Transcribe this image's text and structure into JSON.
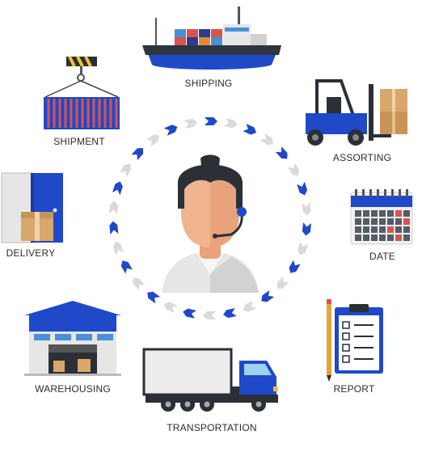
{
  "labels": {
    "shipping": "SHIPPING",
    "shipment": "SHIPMENT",
    "assorting": "ASSORTING",
    "delivery": "DELIVERY",
    "date": "DATE",
    "warehousing": "WAREHOUSING",
    "report": "REPORT",
    "transportation": "TRANSPORTATION"
  },
  "colors": {
    "blue": "#1f49c9",
    "dark": "#2d3540",
    "light_arrow": "#d7dade",
    "box": "#d9a66c",
    "skin": "#f0b48f",
    "red": "#d9534f"
  },
  "icons": [
    "ship-icon",
    "container-crane-icon",
    "forklift-icon",
    "door-box-icon",
    "calendar-icon",
    "warehouse-icon",
    "clipboard-icon",
    "truck-icon",
    "operator-avatar-icon"
  ]
}
